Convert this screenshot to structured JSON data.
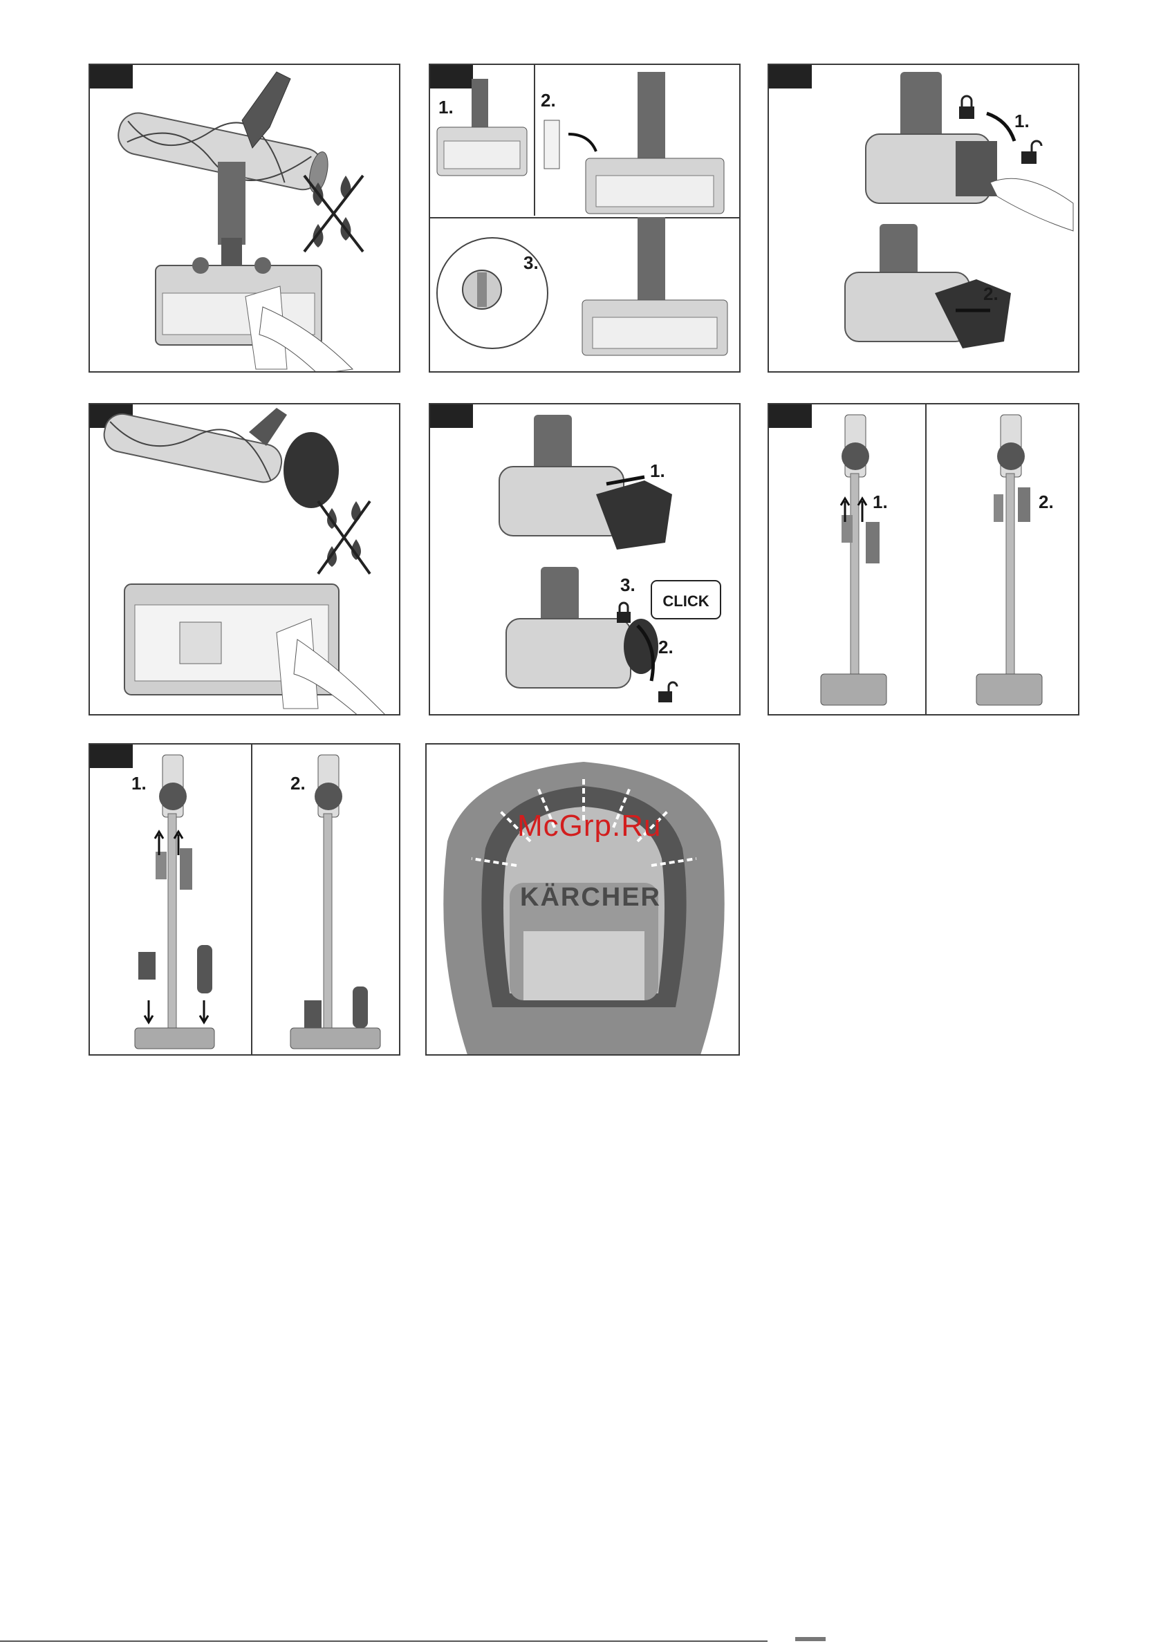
{
  "panels": [
    {
      "id": "p1",
      "labels": []
    },
    {
      "id": "p2",
      "labels": [
        "1.",
        "2.",
        "3."
      ]
    },
    {
      "id": "p3",
      "labels": [
        "1.",
        "2."
      ]
    },
    {
      "id": "p4",
      "labels": []
    },
    {
      "id": "p5",
      "labels": [
        "1.",
        "2.",
        "3."
      ],
      "callout": "CLICK"
    },
    {
      "id": "p6",
      "labels": [
        "1.",
        "2."
      ]
    },
    {
      "id": "p7",
      "labels": [
        "1.",
        "2."
      ]
    },
    {
      "id": "p8",
      "labels": [],
      "brand": "KÄRCHER"
    }
  ],
  "watermark": "McGrp.Ru",
  "icons": [
    "water-drops-crossed-icon",
    "lock-icon",
    "unlock-icon",
    "arrow-icon",
    "hand-wiping-icon"
  ]
}
